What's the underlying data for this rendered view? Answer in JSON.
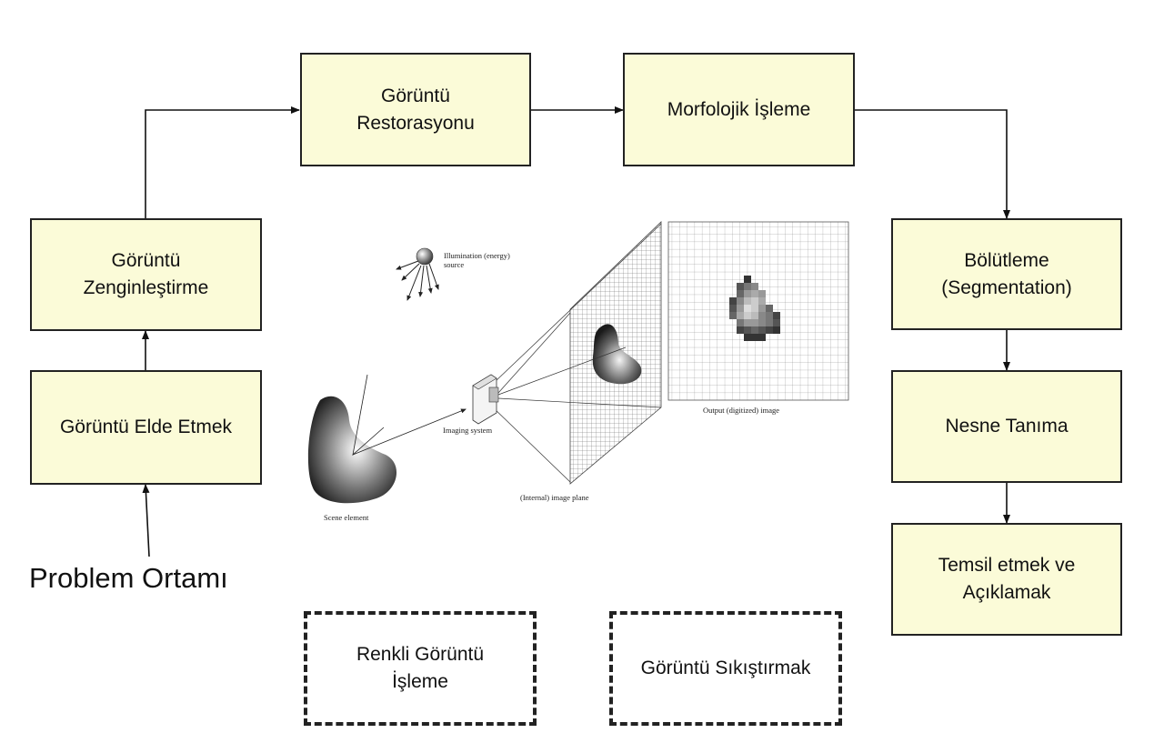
{
  "boxes": {
    "restorasyon": "Görüntü\nRestorasyonu",
    "morfolojik": "Morfolojik İşleme",
    "zenginlestirme": "Görüntü\nZenginleştirme",
    "elde_etmek": "Görüntü Elde Etmek",
    "bolutleme": "Bölütleme\n(Segmentation)",
    "nesne_tanima": "Nesne Tanıma",
    "temsil": "Temsil etmek ve\nAçıklamak",
    "renkli": "Renkli Görüntü\nİşleme",
    "sikistirmak": "Görüntü Sıkıştırmak"
  },
  "problem_label": "Problem Ortamı",
  "illustration": {
    "illumination": "Illumination (energy)\nsource",
    "imaging_system": "Imaging system",
    "image_plane": "(Internal) image plane",
    "output_image": "Output (digitized) image",
    "scene_element": "Scene element"
  }
}
